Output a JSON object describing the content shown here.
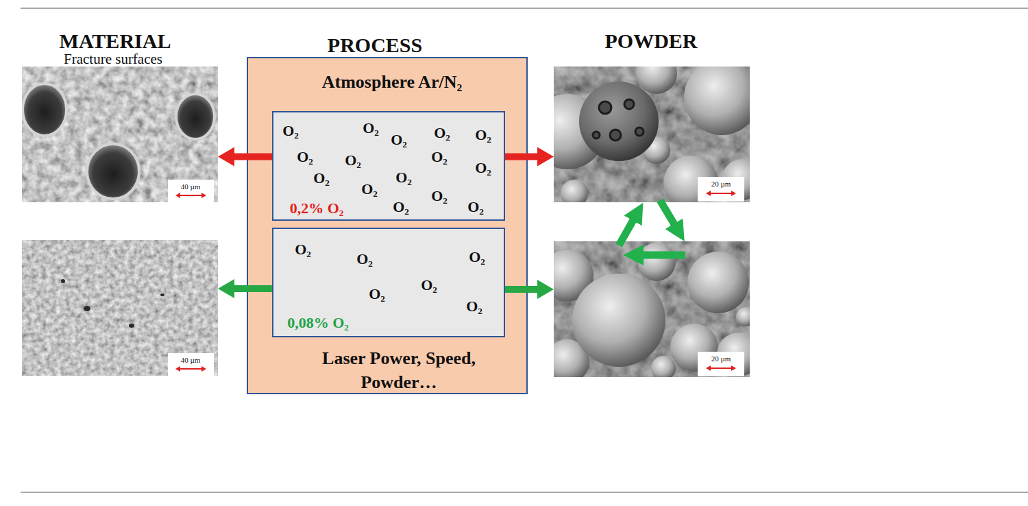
{
  "diagram": {
    "nodes": [
      {
        "text": [
          "PROCESS",
          "Atmosphere Ar/N₂",
          "Laser Power, Speed, Powder…"
        ]
      },
      {
        "text": [
          "O₂",
          "O₂",
          "O₂",
          "O₂",
          "O₂",
          "O₂",
          "O₂",
          "O₂",
          "O₂",
          "O₂",
          "O₂",
          "O₂",
          "O₂",
          "0,2% O₂",
          "O₂",
          "O₂"
        ],
        "in": 0
      },
      {
        "text": [
          "O₂",
          "O₂",
          "O₂",
          "O₂",
          "O₂",
          "O₂",
          "0,08% O₂"
        ],
        "in": 0
      },
      {
        "text": [
          "40 µm"
        ]
      },
      {
        "text": [
          "40 µm"
        ]
      },
      {
        "text": [
          "20 µm"
        ]
      },
      {
        "text": [
          "20 µm"
        ]
      }
    ],
    "edges": [
      {
        "from": 1,
        "to": 3,
        "arrow": "to"
      },
      {
        "from": 1,
        "to": 5,
        "arrow": "to"
      },
      {
        "from": 2,
        "to": 4,
        "arrow": "to"
      },
      {
        "from": 2,
        "to": 6,
        "arrow": "to"
      }
    ],
    "labels": [
      "MATERIAL",
      "Fracture surfaces",
      "POWDER"
    ]
  }
}
